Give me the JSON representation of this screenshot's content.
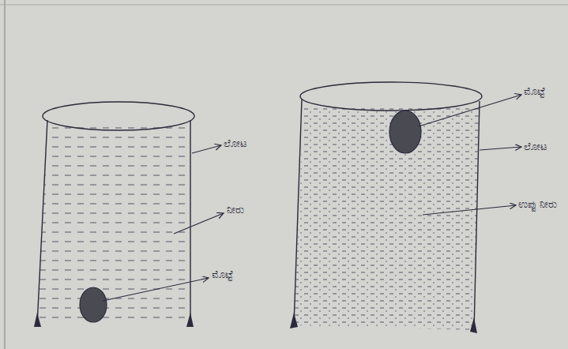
{
  "diagram": {
    "labels": [
      "ಲೋಟ",
      "ನೀರು",
      "ಮೊಟ್ಟೆ",
      "ಮೊಟ್ಟೆ",
      "ಲೋಟ",
      "ಉಪ್ಪು ನೀರು"
    ]
  }
}
